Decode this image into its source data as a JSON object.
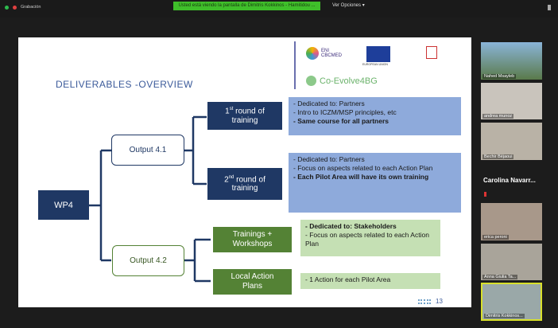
{
  "topbar": {
    "recording": "Grabación",
    "banner": "Usted está viendo la pantalla de Dimitris Kokkinos - Hamitidou ...",
    "view_options": "Ver Opciones ▾"
  },
  "slide": {
    "title": "DELIVERABLES -OVERVIEW",
    "logos": {
      "eni": "ENI CBCMED",
      "eu": "EUROPEAN UNION",
      "project": "Co-Evolve4BG"
    },
    "wp": "WP4",
    "output1": "Output 4.1",
    "output2": "Output 4.2",
    "round1": {
      "sup": "st",
      "pre": "1",
      "rest": " round of",
      "line2": "training"
    },
    "round2": {
      "sup": "nd",
      "pre": "2",
      "rest": " round of",
      "line2": "training"
    },
    "round1_items": [
      "- Dedicated to: Partners",
      "- Intro to ICZM/MSP principles, etc",
      "- Same course for all partners"
    ],
    "round2_items": [
      "- Dedicated to: Partners",
      "- Focus on aspects related to each Action Plan",
      "- Each Pilot Area will have its own training"
    ],
    "trainings": {
      "line1": "Trainings +",
      "line2": "Workshops"
    },
    "local": {
      "line1": "Local Action",
      "line2": "Plans"
    },
    "trainings_items": [
      "- Dedicated to: Stakeholders",
      "- Focus on aspects related to each Action Plan"
    ],
    "local_items": [
      "- 1 Action for each Pilot Area"
    ],
    "page": "13"
  },
  "participants": [
    "Nahed Msayleb",
    "andrea munoz",
    "Bechir Béjaoui",
    "Carolina Navarr...",
    "erica peroni",
    "Anna Giulia Ta...",
    "Dimitris Kokkinos..."
  ]
}
